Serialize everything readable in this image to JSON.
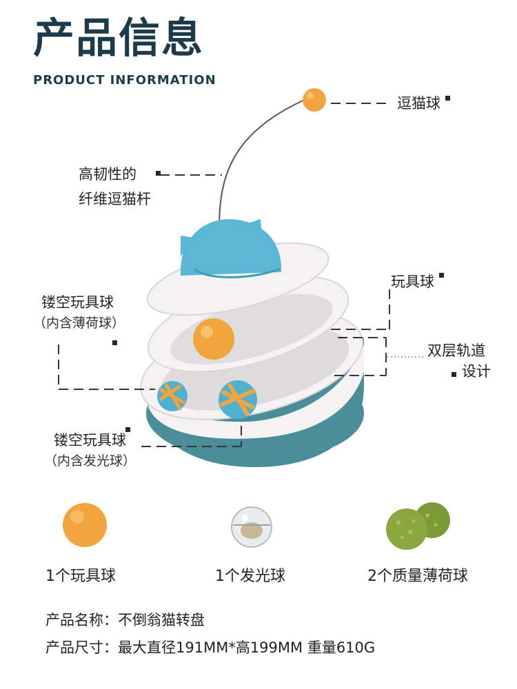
{
  "header": {
    "title": "产品信息",
    "subtitle": "PRODUCT INFORMATION"
  },
  "callouts": {
    "tease_ball": "逗猫球",
    "fiber_rod_line1": "高韧性的",
    "fiber_rod_line2": "纤维逗猫杆",
    "toy_ball": "玩具球",
    "hollow_top_line1": "镂空玩具球",
    "hollow_top_line2": "（内含薄荷球）",
    "double_track_line1": "双层轨道",
    "double_track_line2": "设计",
    "hollow_bottom_line1": "镂空玩具球",
    "hollow_bottom_line2": "（内含发光球）"
  },
  "accessories": [
    {
      "label": "1个玩具球"
    },
    {
      "label": "1个发光球"
    },
    {
      "label": "2个质量薄荷球"
    }
  ],
  "info": {
    "name_line": "产品名称：不倒翁猫转盘",
    "size_line": "产品尺寸：最大直径191MM*高199MM 重量610G"
  },
  "colors": {
    "teal_base": "#4a8e9a",
    "cat_blue": "#5bb7d4",
    "ball_orange": "#f2a53c",
    "track_white": "#f4f2f3"
  }
}
